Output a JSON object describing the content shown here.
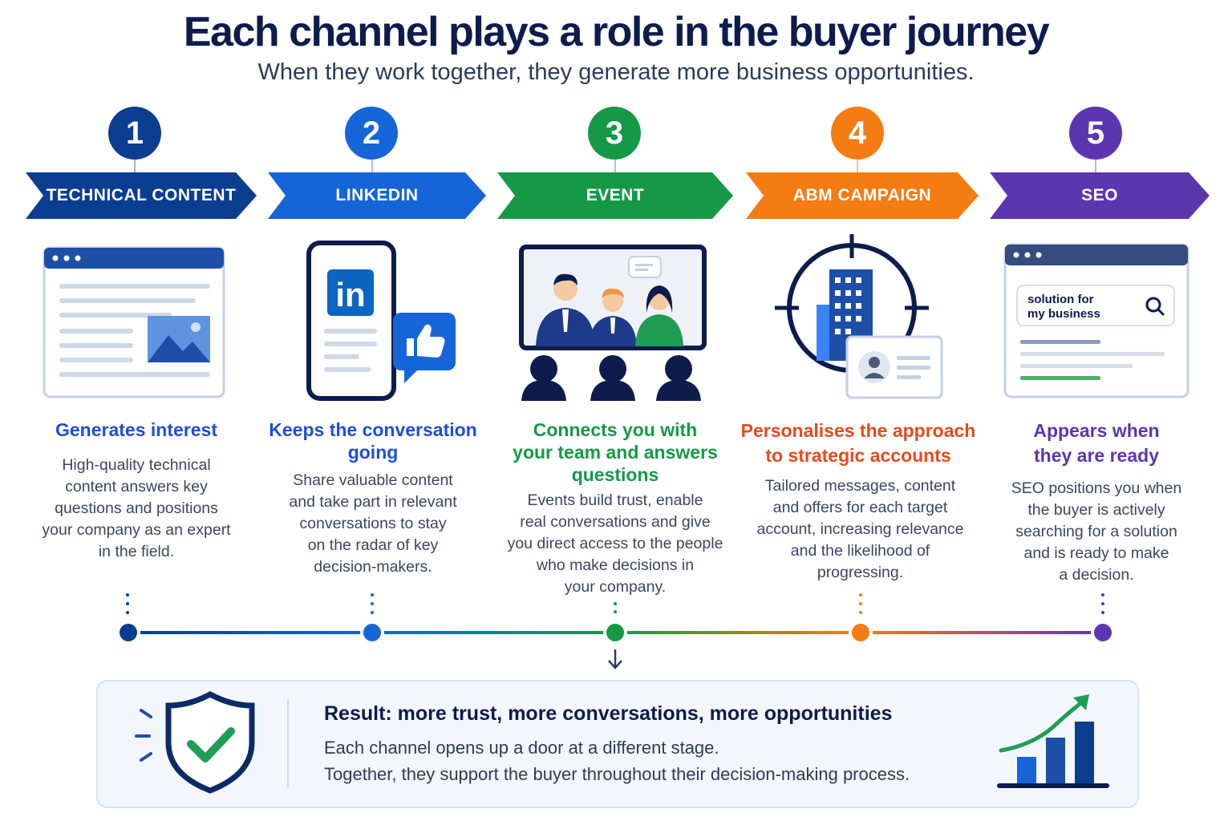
{
  "title": "Each channel plays a role in the buyer journey",
  "subtitle": "When they work together, they generate more business opportunities.",
  "steps": [
    {
      "number": "1",
      "channel": "TECHNICAL CONTENT",
      "color": "#0b3d91",
      "heading": [
        "Generates interest"
      ],
      "description": [
        "High-quality technical",
        "content answers key",
        "questions and positions",
        "your company as an expert",
        "in the field."
      ]
    },
    {
      "number": "2",
      "channel": "LINKEDIN",
      "color": "#1565d8",
      "heading": [
        "Keeps the conversation",
        "going"
      ],
      "description": [
        "Share valuable content",
        "and take part in relevant",
        "conversations to stay",
        "on the radar of key",
        "decision-makers."
      ]
    },
    {
      "number": "3",
      "channel": "EVENT",
      "color": "#159947",
      "heading": [
        "Connects you with",
        "your team and answers",
        "questions"
      ],
      "description": [
        "Events build trust, enable",
        "real conversations and give",
        "you direct access to the people",
        "who make decisions in",
        "your company."
      ]
    },
    {
      "number": "4",
      "channel": "ABM CAMPAIGN",
      "color": "#f57c12",
      "heading_color": "#e8491d",
      "heading": [
        "Personalises the approach",
        "to strategic accounts"
      ],
      "description": [
        "Tailored messages, content",
        "and offers for each target",
        "account, increasing relevance",
        "and the likelihood of",
        "progressing."
      ]
    },
    {
      "number": "5",
      "channel": "SEO",
      "color": "#5e35b1",
      "heading": [
        "Appears when",
        "they are ready"
      ],
      "description": [
        "SEO positions you when",
        "the buyer is actively",
        "searching for a solution",
        "and is ready to make",
        "a decision."
      ]
    }
  ],
  "icons": {
    "linkedin_logo": "in",
    "search_query": [
      "solution for",
      "my business"
    ]
  },
  "result": {
    "title": "Result: more trust, more conversations, more opportunities",
    "line1": "Each channel opens up a door at a different stage.",
    "line2": "Together, they support the buyer throughout their decision-making process."
  }
}
